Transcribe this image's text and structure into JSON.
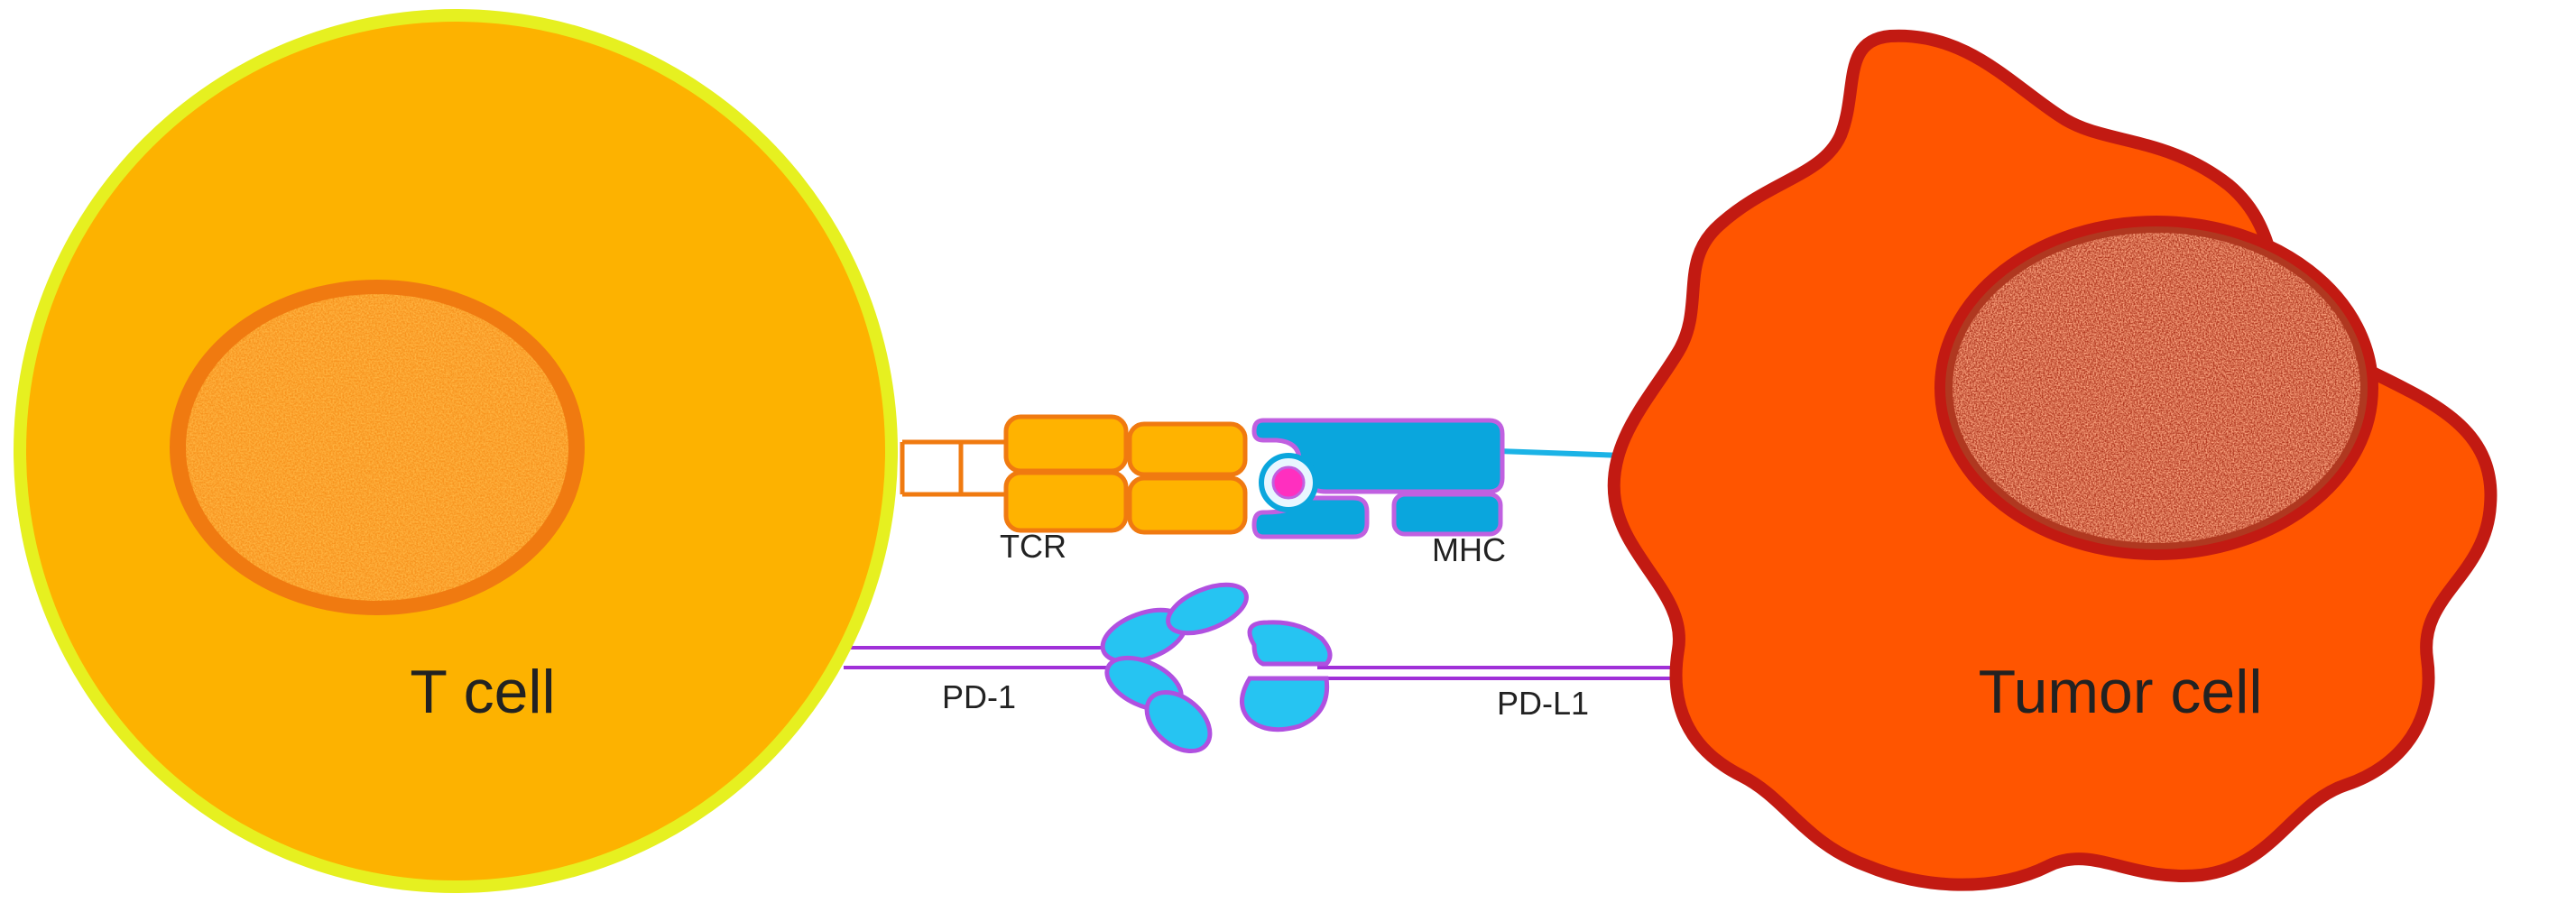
{
  "labels": {
    "t_cell": "T cell",
    "tumor_cell": "Tumor cell",
    "tcr": "TCR",
    "mhc": "MHC",
    "pd1": "PD-1",
    "pdl1": "PD-L1"
  },
  "colors": {
    "t_cell_membrane": "#e6f020",
    "t_cell_body": "#fdb200",
    "t_cell_nucleus": "#f07a10",
    "tumor_body": "#ff5500",
    "tumor_outline": "#c21a12",
    "tumor_nucleus": "#a8321c",
    "tcr_fill": "#ffb300",
    "tcr_outline": "#f07a10",
    "mhc_fill": "#0aa6dd",
    "mhc_outline": "#c060e0",
    "peptide": "#ff2fbf",
    "pd_fill": "#26c4f2",
    "pd_outline": "#b050e0"
  }
}
